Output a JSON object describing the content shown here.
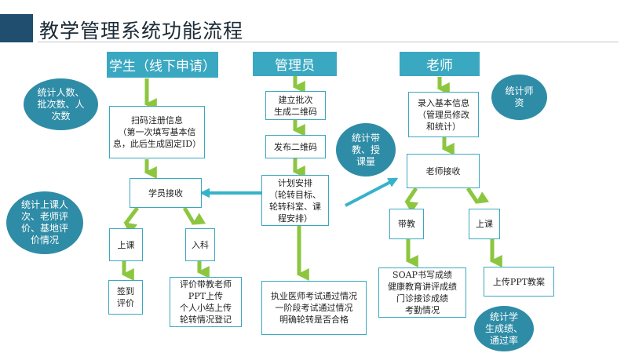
{
  "page": {
    "title": "教学管理系统功能流程"
  },
  "headers": {
    "student": "学生（线下申请）",
    "admin": "管理员",
    "teacher": "老师"
  },
  "boxes": {
    "scan_register": "扫码注册信息\n（第一次填写基本信\n息，此后生成固定ID）",
    "student_receive": "学员接收",
    "attend_class": "上课",
    "enroll_dept": "入科",
    "sign_in_eval": "签到\n评价",
    "enroll_tasks": "评价带教老师\nPPT上传\n个人小结上传\n轮转情况登记",
    "create_batch": "建立批次\n生成二维码",
    "publish_qr": "发布二维码",
    "plan_arrange": "计划安排\n（轮转目标、\n轮转科室、课\n程安排）",
    "exam_status": "执业医师考试通过情况\n一阶段考试通过情况\n明确轮转是否合格",
    "enter_info": "录入基本信息\n（管理员修改\n和统计）",
    "teacher_receive": "老师接收",
    "mentoring": "带教",
    "teach_class": "上课",
    "mentoring_items": "SOAP书写成绩\n健康教育讲评成绩\n门诊接诊成绩\n考勤情况",
    "upload_ppt": "上传PPT教案"
  },
  "bubbles": {
    "count_students": "统计人数、\n批次数、人\n次数",
    "count_attendance": "统计上课人\n次、老师评\n价、基地评\n价情况",
    "count_teaching": "统计带\n教、授\n课量",
    "count_teachers": "统计师\n资",
    "count_scores": "统计学\n生成绩、\n通过率"
  },
  "colors": {
    "header_bg": "#3aa8c1",
    "box_border": "#3aa8c1",
    "bubble_bg": "#2f8ca6",
    "arrow_green": "#8cc63f",
    "arrow_blue": "#36b3c9",
    "title_bar": "#1f4e6e"
  }
}
